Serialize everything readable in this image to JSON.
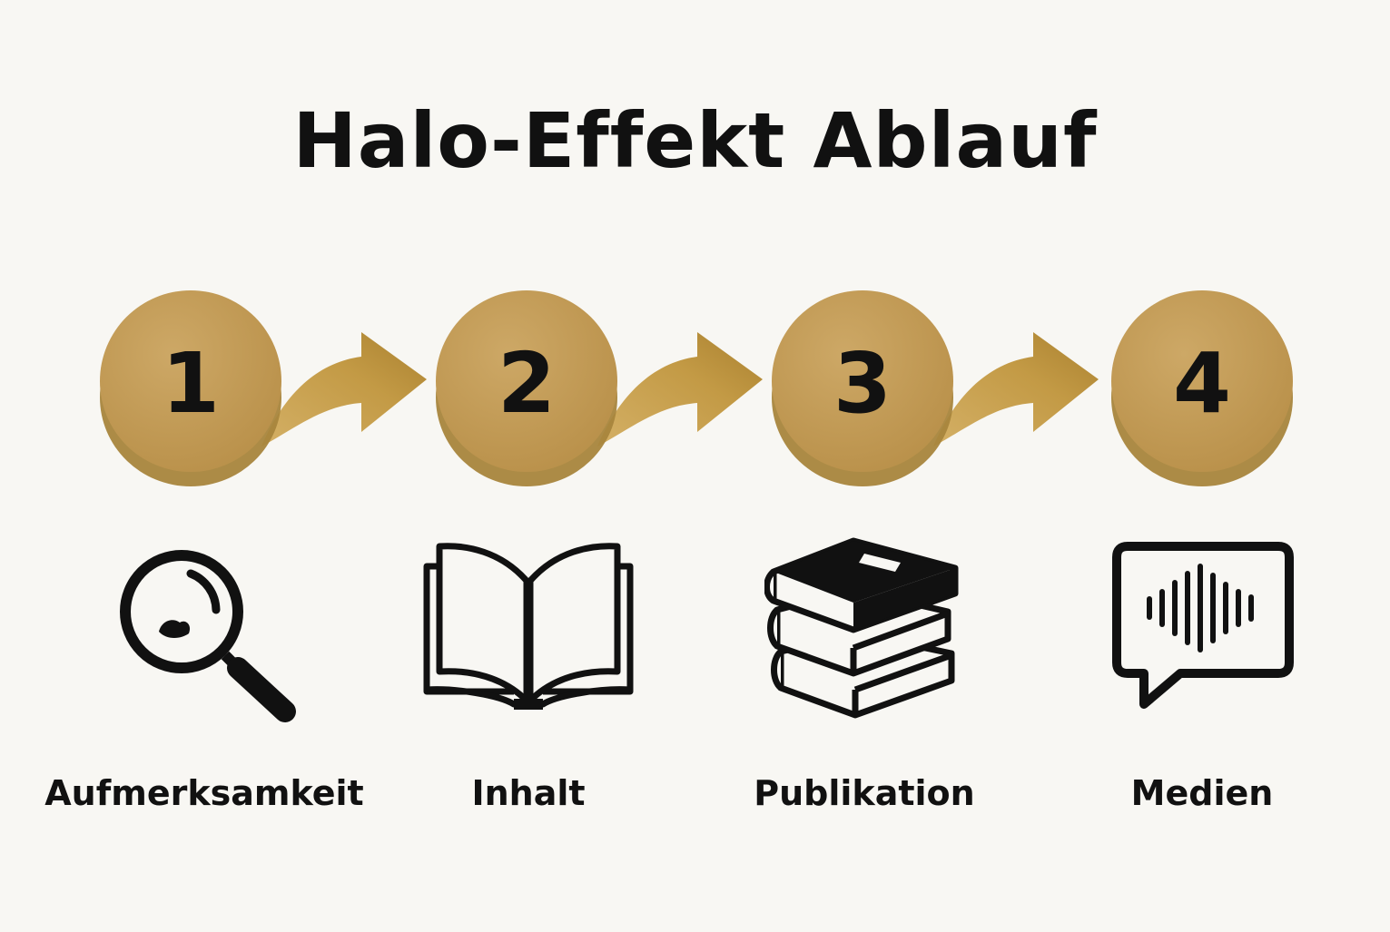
{
  "title": "Halo-Effekt Ablauf",
  "colors": {
    "background": "#f8f7f3",
    "step_circle": "#c09a54",
    "step_circle_shadow": "#a88238",
    "arrow": "#bf9642",
    "text": "#111111"
  },
  "steps": [
    {
      "number": "1",
      "label": "Aufmerksamkeit",
      "icon": "magnifying-glass-icon"
    },
    {
      "number": "2",
      "label": "Inhalt",
      "icon": "open-book-icon"
    },
    {
      "number": "3",
      "label": "Publikation",
      "icon": "book-stack-icon"
    },
    {
      "number": "4",
      "label": "Medien",
      "icon": "speech-bubble-audio-icon"
    }
  ]
}
